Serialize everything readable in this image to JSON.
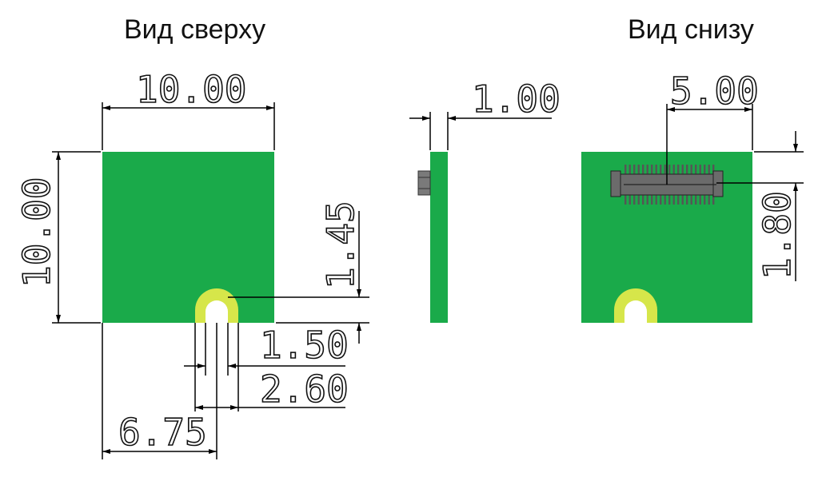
{
  "views": {
    "top": {
      "title": "Вид сверху"
    },
    "bottom": {
      "title": "Вид снизу"
    }
  },
  "dimensions": {
    "top_width": "10.00",
    "top_height": "10.00",
    "slot_depth": "1.45",
    "slot_inner_width": "1.50",
    "slot_outer_width": "2.60",
    "slot_offset": "6.75",
    "side_thickness": "1.00",
    "connector_length": "5.00",
    "connector_offset": "1.80"
  },
  "colors": {
    "board": "#1aaa4a",
    "slot_ring": "#d6e64a",
    "connector": "#6b6b6b"
  }
}
